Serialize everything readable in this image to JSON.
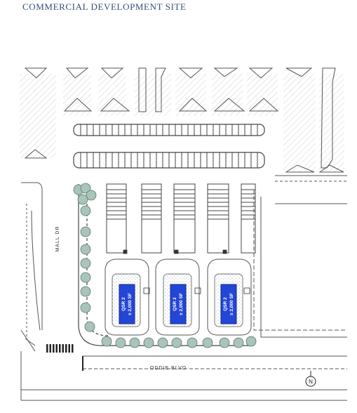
{
  "header": {
    "title": "COMMERCIAL DEVELOPMENT SITE"
  },
  "roads": {
    "north_south": "MALL DR",
    "east_west": "ODDIE BLVD"
  },
  "buildings": [
    {
      "name": "QSR 2",
      "area": "± 2,000 SF"
    },
    {
      "name": "QSR 2",
      "area": "± 2,000 SF"
    },
    {
      "name": "QSR 2",
      "area": "± 2,000 SF"
    }
  ],
  "north_arrow": {
    "label": "N"
  },
  "colors": {
    "building": "#2346d6",
    "tree": "#a9c4b8",
    "title": "#33507a",
    "line": "#555555"
  }
}
